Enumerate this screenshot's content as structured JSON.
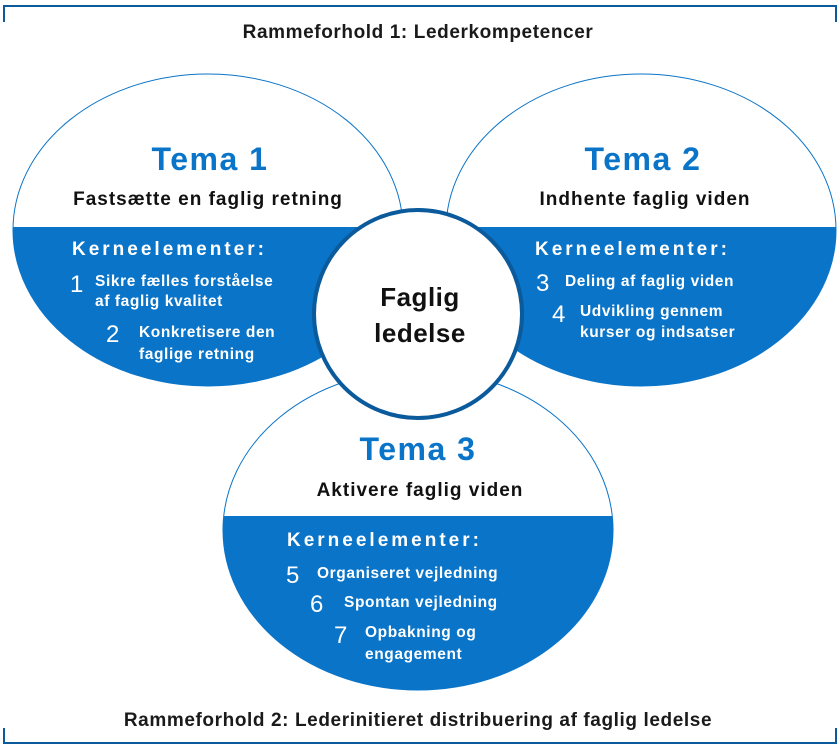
{
  "frame": {
    "top_label": "Rammeforhold 1: Lederkompetencer",
    "bottom_label": "Rammeforhold 2: Lederinitieret distribuering af faglig ledelse"
  },
  "center": {
    "line1": "Faglig",
    "line2": "ledelse"
  },
  "colors": {
    "accent": "#0a74c8",
    "dark_blue": "#0a5a9c"
  },
  "themes": [
    {
      "title": "Tema 1",
      "subtitle": "Fastsætte en faglig retning",
      "kerne_label": "Kerneelementer:",
      "items": [
        {
          "num": "1",
          "line1": "Sikre fælles forståelse",
          "line2": "af faglig kvalitet"
        },
        {
          "num": "2",
          "line1": "Konkretisere den",
          "line2": "faglige retning"
        }
      ]
    },
    {
      "title": "Tema 2",
      "subtitle": "Indhente faglig viden",
      "kerne_label": "Kerneelementer:",
      "items": [
        {
          "num": "3",
          "line1": "Deling af faglig viden",
          "line2": ""
        },
        {
          "num": "4",
          "line1": "Udvikling gennem",
          "line2": "kurser og indsatser"
        }
      ]
    },
    {
      "title": "Tema 3",
      "subtitle": "Aktivere faglig viden",
      "kerne_label": "Kerneelementer:",
      "items": [
        {
          "num": "5",
          "line1": "Organiseret vejledning",
          "line2": ""
        },
        {
          "num": "6",
          "line1": "Spontan vejledning",
          "line2": ""
        },
        {
          "num": "7",
          "line1": "Opbakning og",
          "line2": "engagement"
        }
      ]
    }
  ]
}
